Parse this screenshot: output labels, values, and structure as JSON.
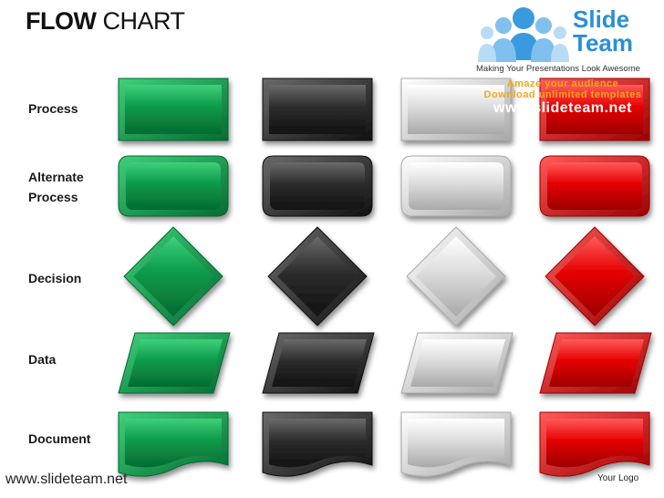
{
  "title": {
    "bold": "FLOW",
    "rest": "CHART"
  },
  "rows": [
    {
      "label": "Process",
      "shape": "process"
    },
    {
      "label": "Alternate Process",
      "shape": "alternate-process"
    },
    {
      "label": "Decision",
      "shape": "decision"
    },
    {
      "label": "Data",
      "shape": "data"
    },
    {
      "label": "Document",
      "shape": "document"
    }
  ],
  "colors": [
    {
      "name": "green",
      "light": "#3fd07a",
      "base": "#0a9a49",
      "dark": "#056b31"
    },
    {
      "name": "black",
      "light": "#6a6a6a",
      "base": "#2d2d2d",
      "dark": "#111111"
    },
    {
      "name": "white",
      "light": "#ffffff",
      "base": "#dcdcdc",
      "dark": "#a9a9a9"
    },
    {
      "name": "red",
      "light": "#ff5a5a",
      "base": "#e60000",
      "dark": "#9c0000"
    }
  ],
  "logo": {
    "brand_line1": "Slide",
    "brand_line2": "Team",
    "tagline": "Making Your Presentations Look Awesome"
  },
  "promo": {
    "line1": "Amaze your audience",
    "line2": "Download unlimited templates",
    "line3": "www.slideteam.net"
  },
  "footer": {
    "url": "www.slideteam.net",
    "logo_placeholder": "Your Logo"
  }
}
